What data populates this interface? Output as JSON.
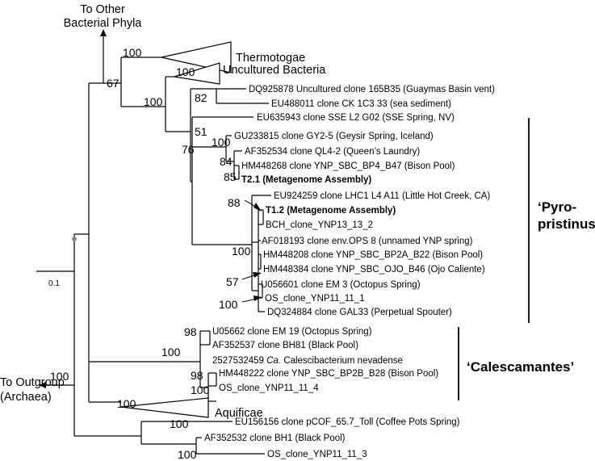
{
  "top_label": [
    "To Other",
    "Bacterial Phyla"
  ],
  "outgroup_label": [
    "To Outgroup",
    "(Archaea)"
  ],
  "scale_label": "0.1",
  "clade_labels": {
    "pyro": [
      "‘Pyro-",
      "pristinus’"
    ],
    "cales": "‘Calescamantes’"
  },
  "collapsed_groups": [
    "Thermotogae",
    "Uncultured Bacteria",
    "Aquificae"
  ],
  "bootstrap": [
    "100",
    "67",
    "100",
    "100",
    "82",
    "51",
    "76",
    "100",
    "84",
    "85",
    "88",
    "100",
    "57",
    "100",
    "98",
    "100",
    "98",
    "100",
    "100",
    "100",
    "100",
    "100"
  ],
  "tips": [
    "DQ925878 Uncultured clone 165B35 (Guaymas Basin vent)",
    "EU488011 clone CK 1C3 33 (sea sediment)",
    "EU635943 clone SSE L2 G02 (SSE Spring, NV)",
    "GU233815 clone GY2-5 (Geysir Spring, Iceland)",
    "AF352534 clone QL4-2 (Queen’s Laundry)",
    "HM448268 clone YNP_SBC_BP4_B47 (Bison Pool)",
    "T2.1 (Metagenome Assembly)",
    "EU924259 clone LHC1 L4 A11 (Little Hot Creek, CA)",
    "T1.2 (Metagenome Assembly)",
    "BCH_clone_YNP13_13_2",
    "AF018193 clone env.OPS 8 (unnamed YNP spring)",
    "HM448208 clone YNP_SBC_BP2A_B22 (Bison Pool)",
    "HM448384 clone YNP_SBC_OJO_B46 (Ojo Caliente)",
    "U056601 clone EM 3 (Octopus Spring)",
    "OS_clone_YNP11_11_1",
    "DQ324884 clone GAL33 (Perpetual Spouter)",
    "U05662 clone EM 19 (Octopus Spring)",
    "AF352537 clone BH81 (Black Pool)",
    "2527532459",
    "Ca.",
    "Calescibacterium nevadense",
    "HM448222 clone YNP_SBC_BP2B_B28 (Bison Pool)",
    "OS_clone_YNP11_11_4",
    "EU156156 clone pCOF_65.7_Toll (Coffee Pots Spring)",
    "AF352532 clone BH1 (Black Pool)",
    "OS_clone_YNP11_11_3"
  ]
}
